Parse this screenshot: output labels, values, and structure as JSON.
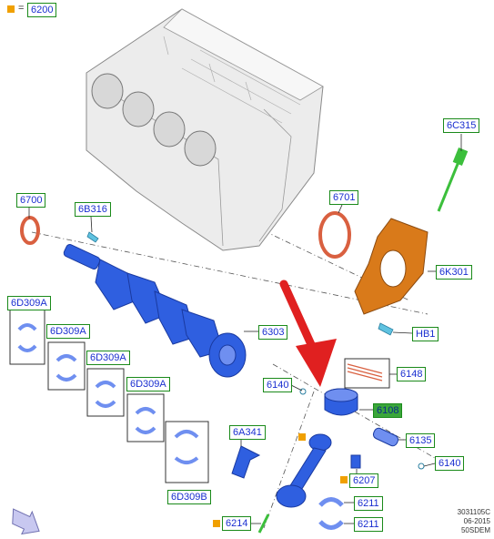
{
  "legend": {
    "symbol_label": "6200",
    "equals": "="
  },
  "labels": {
    "l6700": "6700",
    "l6B316": "6B316",
    "l6701": "6701",
    "l6C315": "6C315",
    "l6K301": "6K301",
    "lHB1": "HB1",
    "l6D309A_1": "6D309A",
    "l6D309A_2": "6D309A",
    "l6D309A_3": "6D309A",
    "l6D309A_4": "6D309A",
    "l6303": "6303",
    "l6140_a": "6140",
    "l6148": "6148",
    "l6108": "6108",
    "l6A341": "6A341",
    "l6135": "6135",
    "l6140_b": "6140",
    "l6D309B": "6D309B",
    "l6207": "6207",
    "l6211_a": "6211",
    "l6211_b": "6211",
    "l6214": "6214"
  },
  "footer": {
    "line1": "3031105C",
    "line2": "06-2015",
    "line3": "50SDEM"
  },
  "colors": {
    "part_blue": "#2f5fe0",
    "label_border": "#1a8a1a",
    "label_text": "#1a2fd0",
    "highlight": "#3aa63a",
    "arrow_red": "#e02020",
    "orange": "#d97a1a",
    "copper": "#d96040"
  }
}
